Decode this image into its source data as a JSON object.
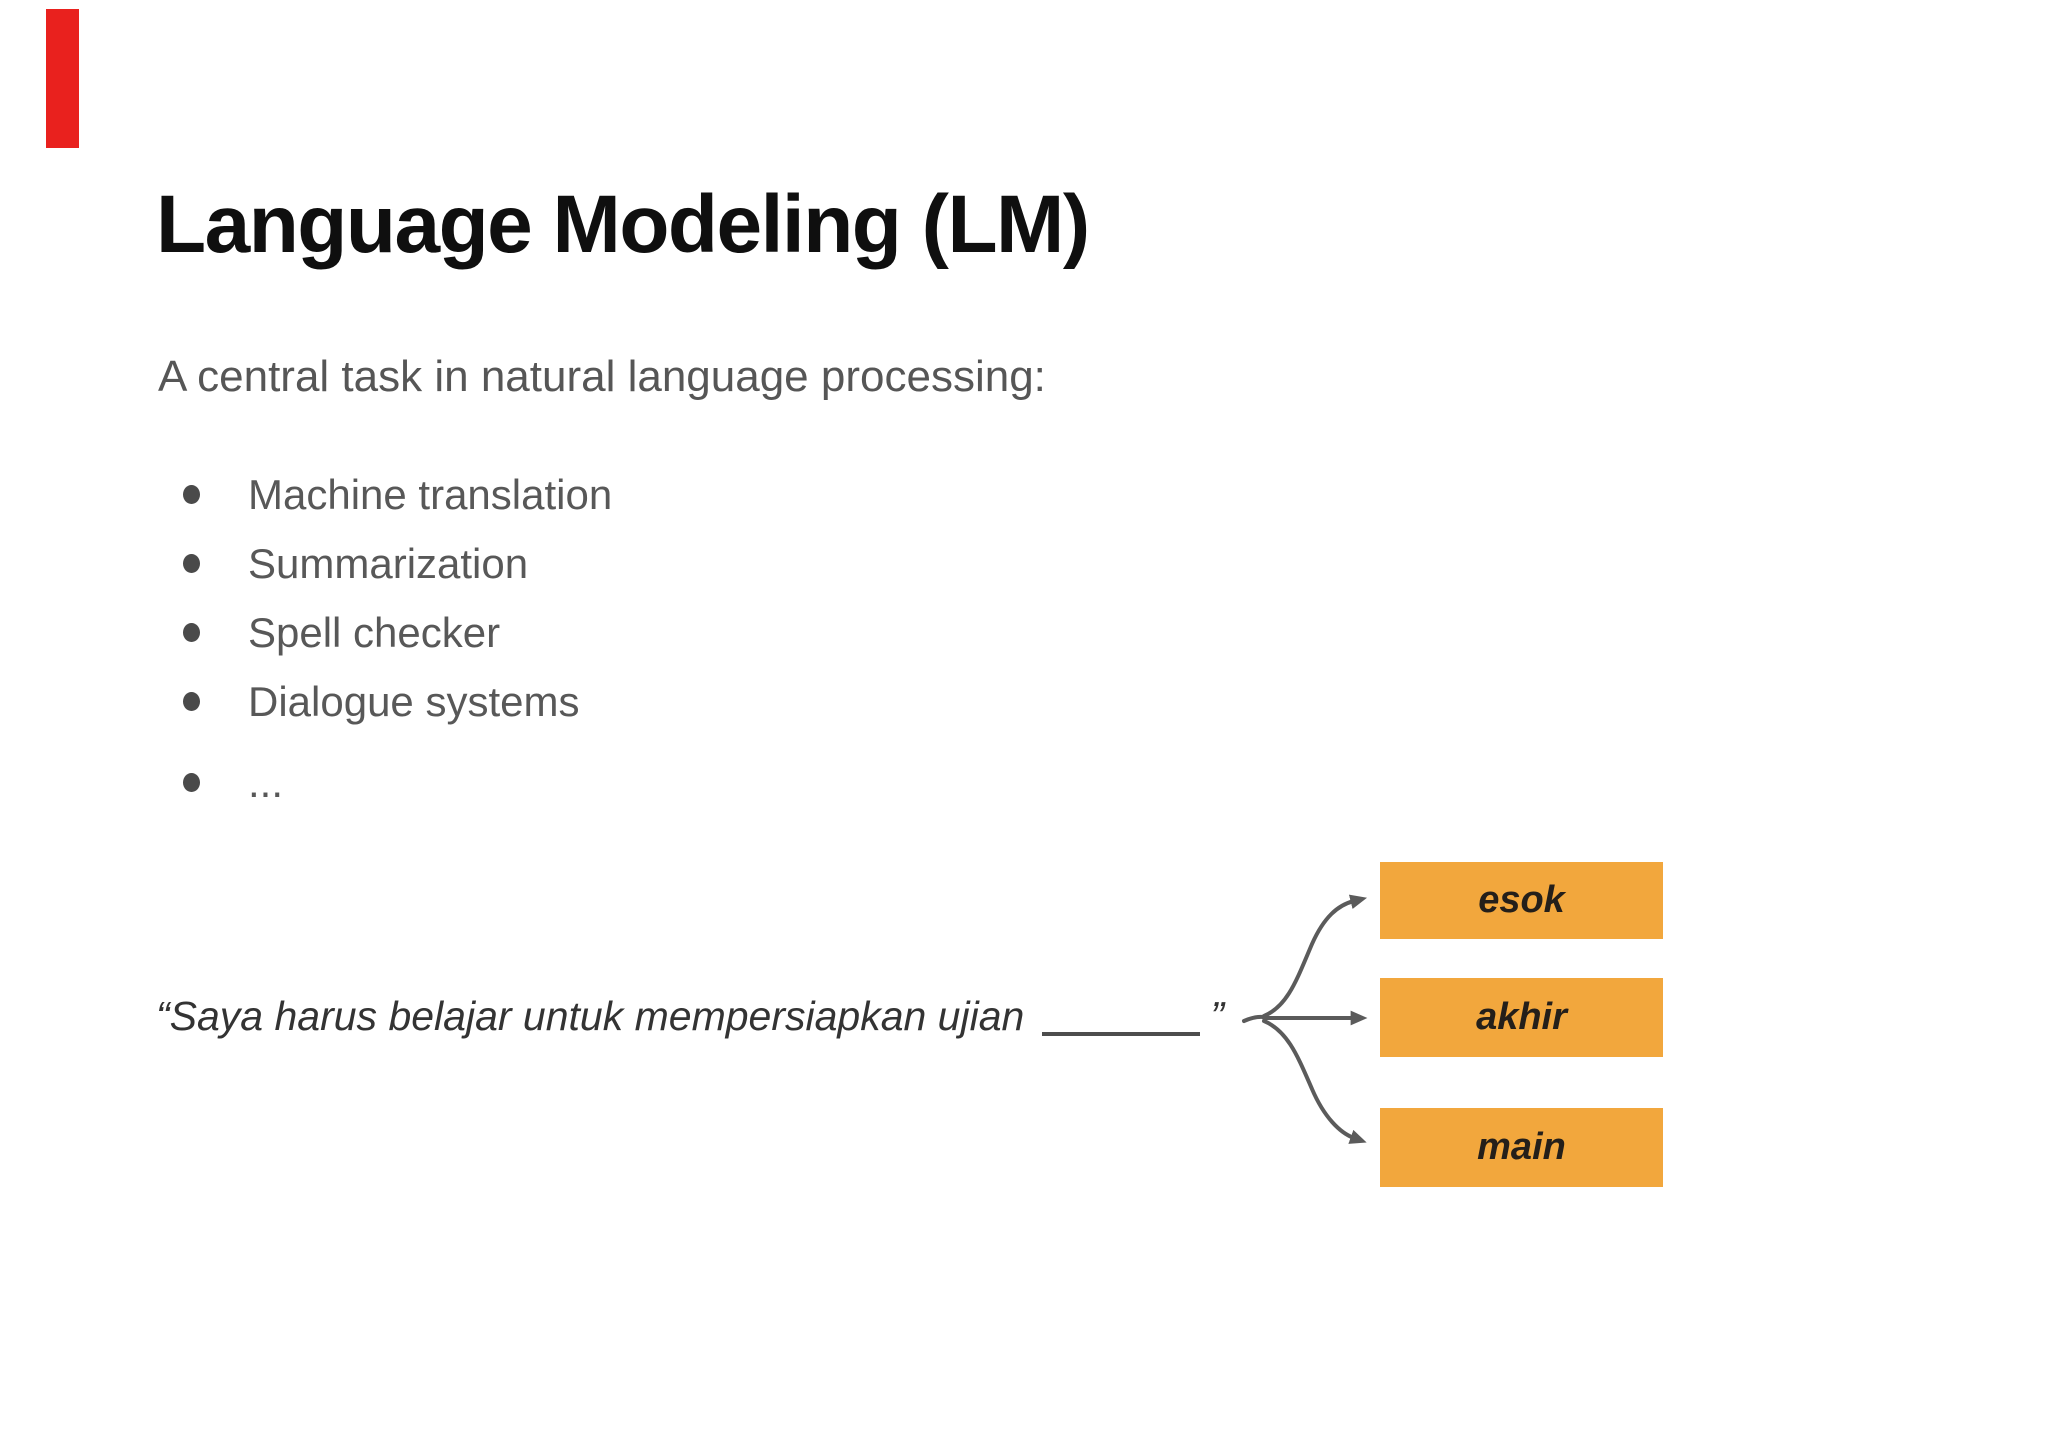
{
  "slide": {
    "title": "Language Modeling (LM)",
    "subtitle": "A central task in natural language processing:",
    "bullets": [
      "Machine translation",
      "Summarization",
      "Spell checker",
      "Dialogue systems",
      "..."
    ],
    "example": {
      "quote_open": "“",
      "sentence": "Saya harus belajar untuk mempersiapkan ujian",
      "quote_close": "”",
      "candidates": [
        "esok",
        "akhir",
        "main"
      ]
    },
    "colors": {
      "candidate_box_bg": "#f2a73d",
      "candidate_text": "#241f1a",
      "arrow": "#5b5b5b",
      "title_text": "#0f0f0f",
      "body_text": "#565656",
      "red_marker": "#e9211e"
    }
  }
}
